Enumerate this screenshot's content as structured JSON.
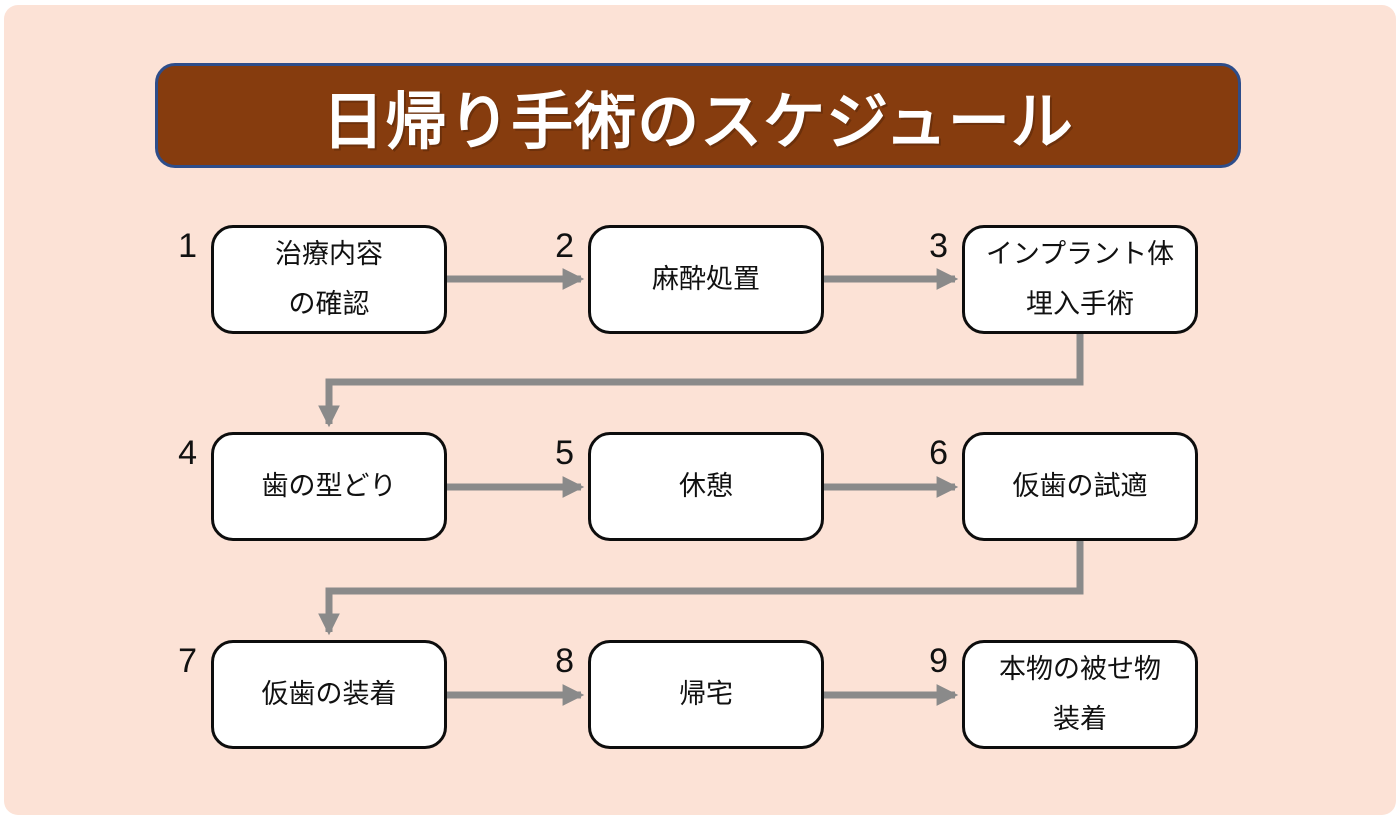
{
  "page": {
    "title": "日帰り手術のスケジュール"
  },
  "colors": {
    "background": "#fce2d6",
    "title_background": "#863c0e",
    "title_border": "#2e4d8a",
    "title_text": "#ffffff",
    "box_background": "#ffffff",
    "box_border": "#0d0d0d",
    "arrow": "#8a8a8a",
    "text": "#111111"
  },
  "nodes": [
    {
      "number": "1",
      "label": "治療内容\nの確認"
    },
    {
      "number": "2",
      "label": "麻酔処置"
    },
    {
      "number": "3",
      "label": "インプラント体\n埋入手術"
    },
    {
      "number": "4",
      "label": "歯の型どり"
    },
    {
      "number": "5",
      "label": "休憩"
    },
    {
      "number": "6",
      "label": "仮歯の試適"
    },
    {
      "number": "7",
      "label": "仮歯の装着"
    },
    {
      "number": "8",
      "label": "帰宅"
    },
    {
      "number": "9",
      "label": "本物の被せ物\n装着"
    }
  ],
  "flow": {
    "sequence": [
      "1→2",
      "2→3",
      "3→4",
      "4→5",
      "5→6",
      "6→7",
      "7→8",
      "8→9"
    ]
  }
}
